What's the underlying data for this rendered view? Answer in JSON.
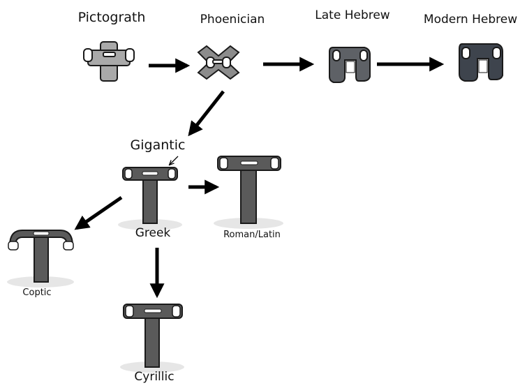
{
  "labels": {
    "pictograph": "Pictograth",
    "phoenician": "Phoenician",
    "late_hebrew": "Late Hebrew",
    "modern_hebrew": "Modern Hebrew",
    "gigantic": "Gigantic",
    "greek": "Greek",
    "roman_latin": "Roman/Latin",
    "coptic": "Coptic",
    "cyrillic": "Cyrillic"
  },
  "colors": {
    "pictograph_body": "#a9a9a9",
    "phoenician_body": "#8c8c8c",
    "late_hebrew_body": "#5e6166",
    "modern_hebrew_body": "#3e444d",
    "t_body": "#5a5a5a",
    "outline": "#1a1a1a",
    "arrow": "#000000",
    "snow": "#e6e6e6"
  }
}
